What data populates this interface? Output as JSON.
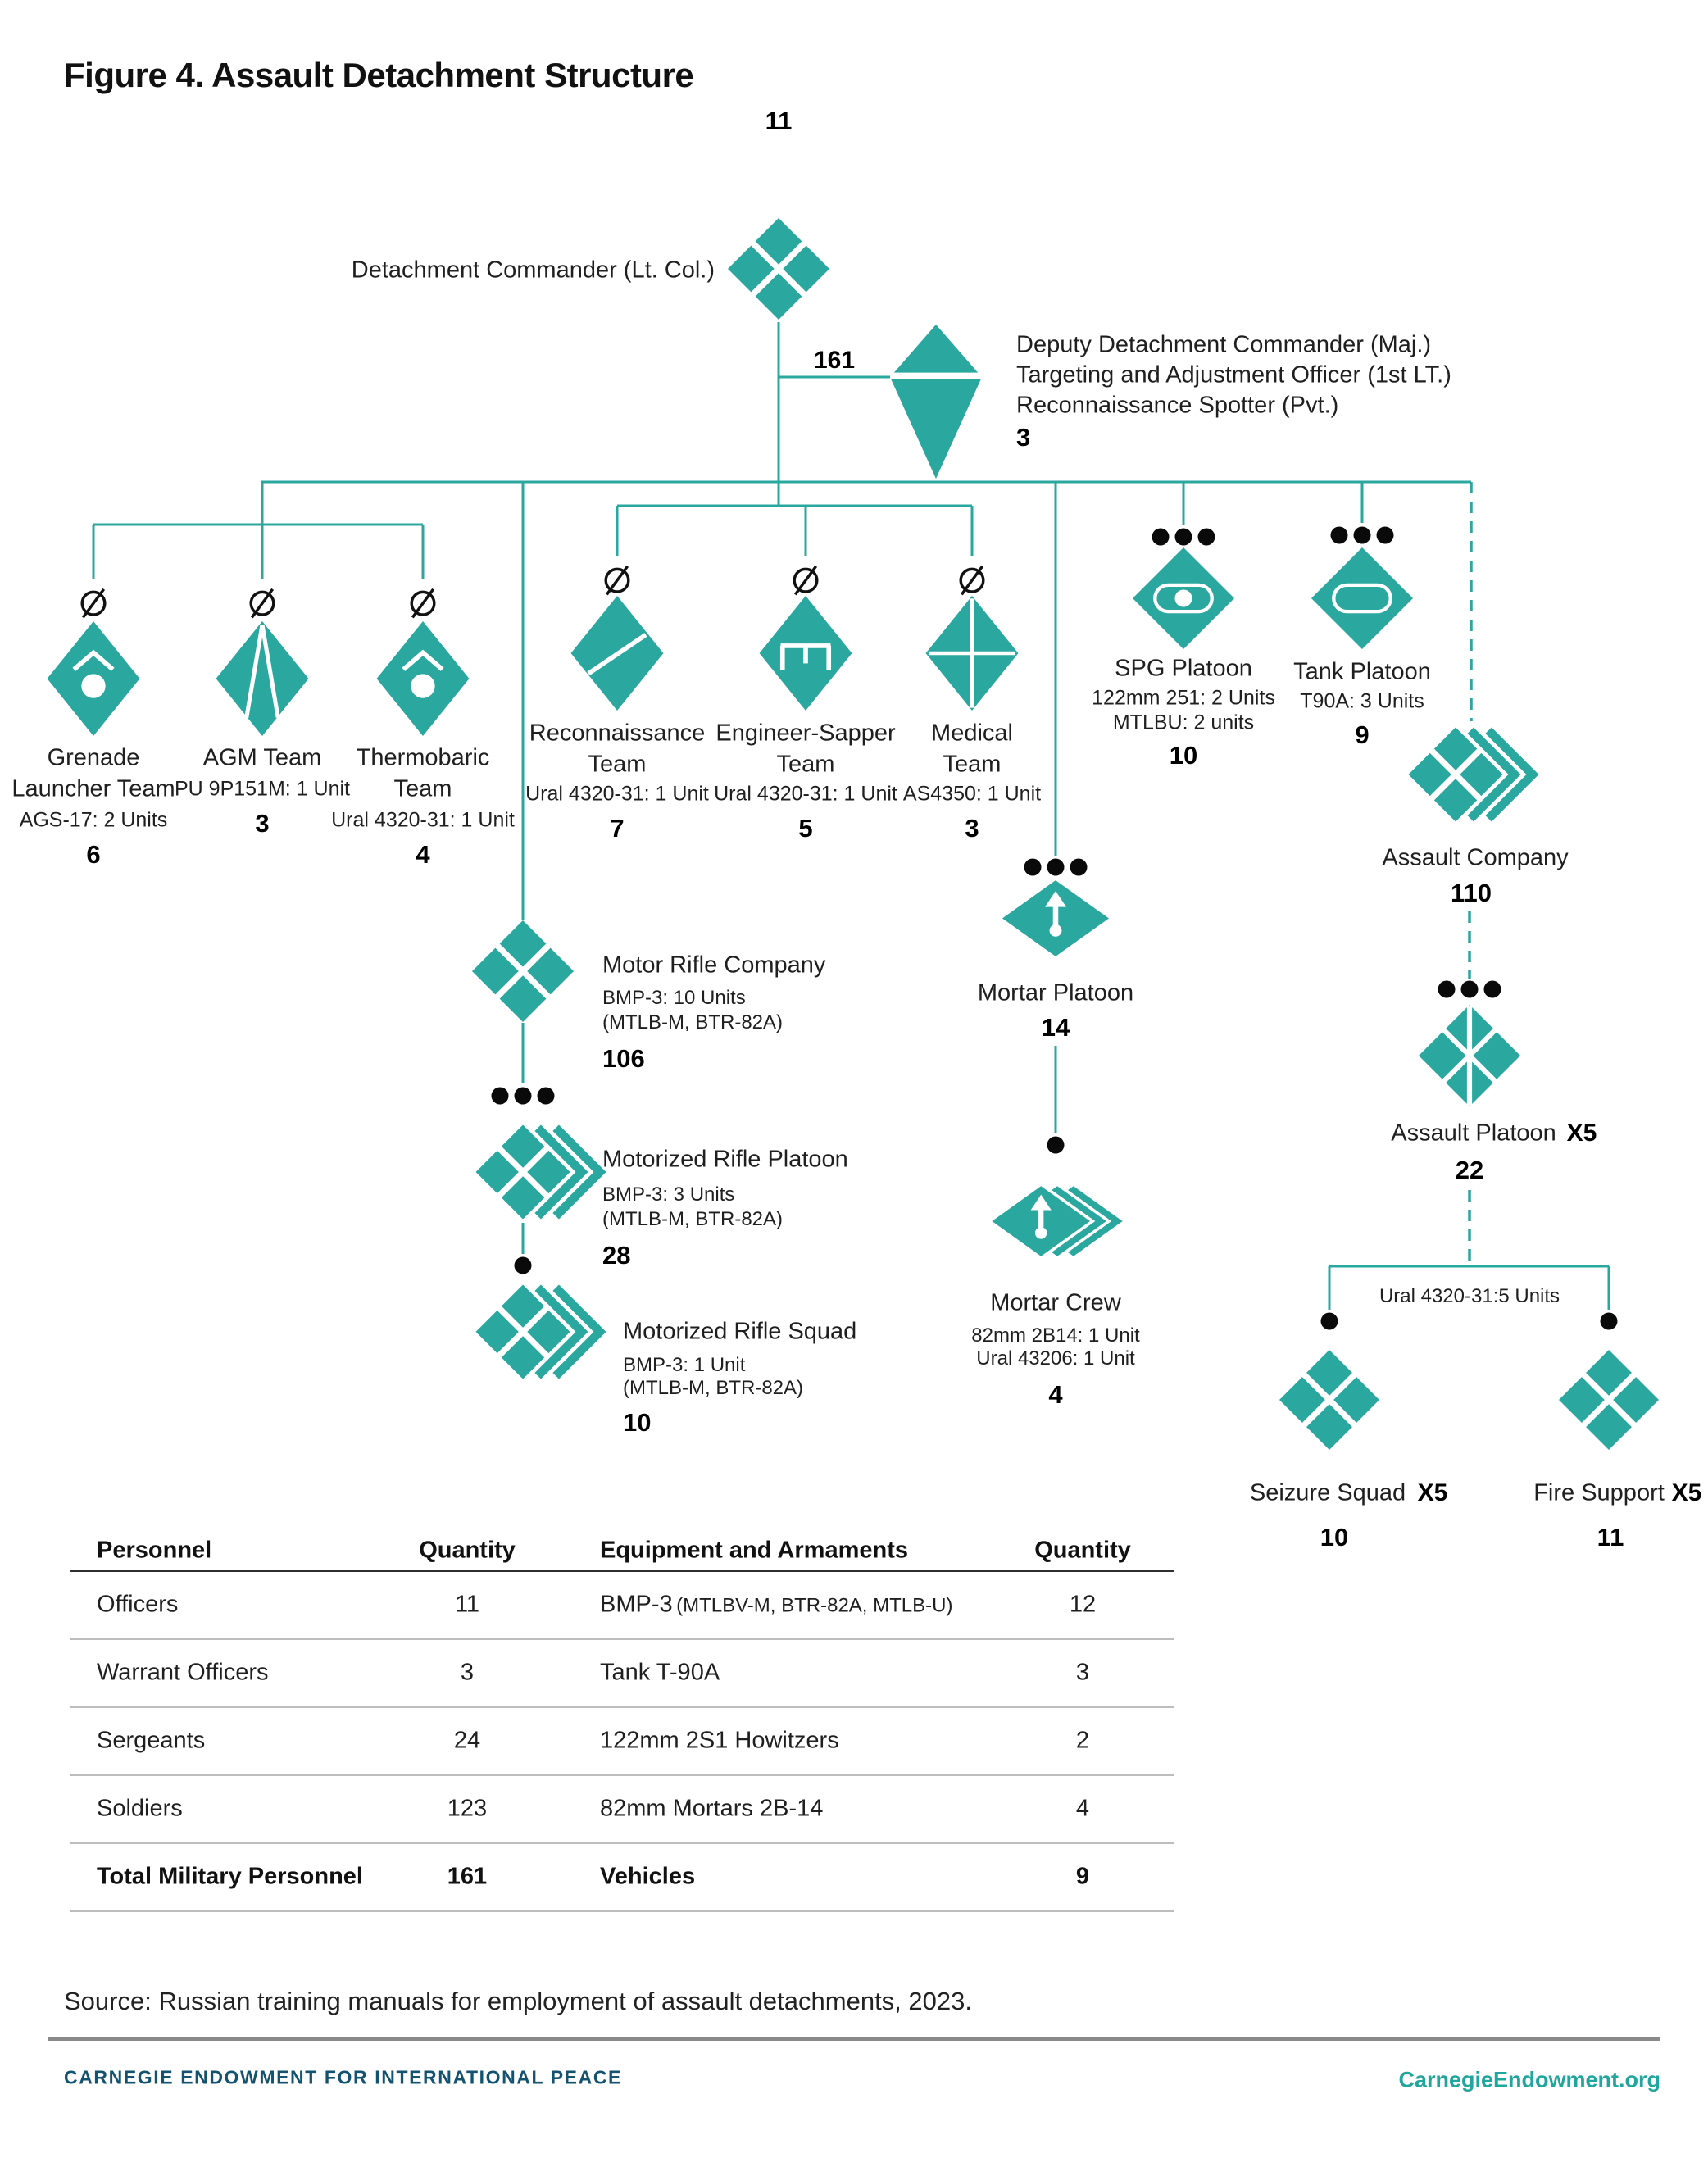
{
  "title": "Figure 4. Assault Detachment Structure",
  "colors": {
    "teal": "#2AA79F",
    "navy": "#14536F",
    "link_teal": "#21A69D"
  },
  "org": {
    "commander": {
      "count": "11",
      "label": "Detachment Commander (Lt. Col.)",
      "total_label": "161"
    },
    "deputy": {
      "line1": "Deputy Detachment Commander (Maj.)",
      "line2": "Targeting and Adjustment Officer (1st LT.)",
      "line3": "Reconnaissance Spotter (Pvt.)",
      "count": "3"
    },
    "grenade": {
      "name1": "Grenade",
      "name2": "Launcher Team",
      "sub": "AGS-17: 2 Units",
      "count": "6"
    },
    "agm": {
      "name": "AGM Team",
      "sub": "PU 9P151M: 1 Unit",
      "count": "3"
    },
    "thermobaric": {
      "name1": "Thermobaric",
      "name2": "Team",
      "sub": "Ural 4320-31: 1 Unit",
      "count": "4"
    },
    "recon": {
      "name1": "Reconnaissance",
      "name2": "Team",
      "sub": "Ural 4320-31: 1 Unit",
      "count": "7"
    },
    "engineer": {
      "name1": "Engineer-Sapper",
      "name2": "Team",
      "sub": "Ural 4320-31: 1 Unit",
      "count": "5"
    },
    "medical": {
      "name1": "Medical",
      "name2": "Team",
      "sub": "AS4350: 1 Unit",
      "count": "3"
    },
    "spg": {
      "name": "SPG Platoon",
      "sub1": "122mm 251: 2 Units",
      "sub2": "MTLBU: 2 units",
      "count": "10"
    },
    "tank": {
      "name": "Tank Platoon",
      "sub": "T90A: 3 Units",
      "count": "9"
    },
    "assault_company": {
      "name": "Assault Company",
      "count": "110"
    },
    "motor_rifle_company": {
      "name": "Motor Rifle Company",
      "sub1": "BMP-3: 10 Units",
      "sub2": "(MTLB-M, BTR-82A)",
      "count": "106"
    },
    "motor_rifle_platoon": {
      "name": "Motorized Rifle Platoon",
      "sub1": "BMP-3: 3 Units",
      "sub2": "(MTLB-M, BTR-82A)",
      "count": "28"
    },
    "motor_rifle_squad": {
      "name": "Motorized Rifle Squad",
      "sub1": "BMP-3: 1 Unit",
      "sub2": "(MTLB-M, BTR-82A)",
      "count": "10"
    },
    "mortar_platoon": {
      "name": "Mortar Platoon",
      "count": "14"
    },
    "mortar_crew": {
      "name": "Mortar Crew",
      "sub1": "82mm 2B14: 1 Unit",
      "sub2": "Ural 43206: 1 Unit",
      "count": "4"
    },
    "assault_platoon": {
      "name": "Assault Platoon",
      "mult": "X5",
      "count": "22"
    },
    "squad_bracket_label": "Ural 4320-31:5 Units",
    "seizure": {
      "name": "Seizure Squad",
      "mult": "X5",
      "count": "10"
    },
    "fire_support": {
      "name": "Fire Support",
      "mult": "X5",
      "count": "11"
    }
  },
  "table": {
    "headers": {
      "personnel": "Personnel",
      "personnel_qty": "Quantity",
      "equipment": "Equipment and Armaments",
      "equipment_qty": "Quantity"
    },
    "rows": [
      {
        "personnel": "Officers",
        "pq": "11",
        "equipment": "BMP-3",
        "equipment_note": "(MTLBV-M, BTR-82A, MTLB-U)",
        "eq": "12"
      },
      {
        "personnel": "Warrant Officers",
        "pq": "3",
        "equipment": "Tank T-90A",
        "equipment_note": "",
        "eq": "3"
      },
      {
        "personnel": "Sergeants",
        "pq": "24",
        "equipment": "122mm 2S1 Howitzers",
        "equipment_note": "",
        "eq": "2"
      },
      {
        "personnel": "Soldiers",
        "pq": "123",
        "equipment": "82mm Mortars 2B-14",
        "equipment_note": "",
        "eq": "4"
      },
      {
        "personnel": "Total Military Personnel",
        "pq": "161",
        "equipment": "Vehicles",
        "equipment_note": "",
        "eq": "9"
      }
    ]
  },
  "source": "Source: Russian training manuals for employment of assault detachments, 2023.",
  "footer": {
    "left": "CARNEGIE ENDOWMENT FOR INTERNATIONAL PEACE",
    "right": "CarnegieEndowment.org"
  }
}
